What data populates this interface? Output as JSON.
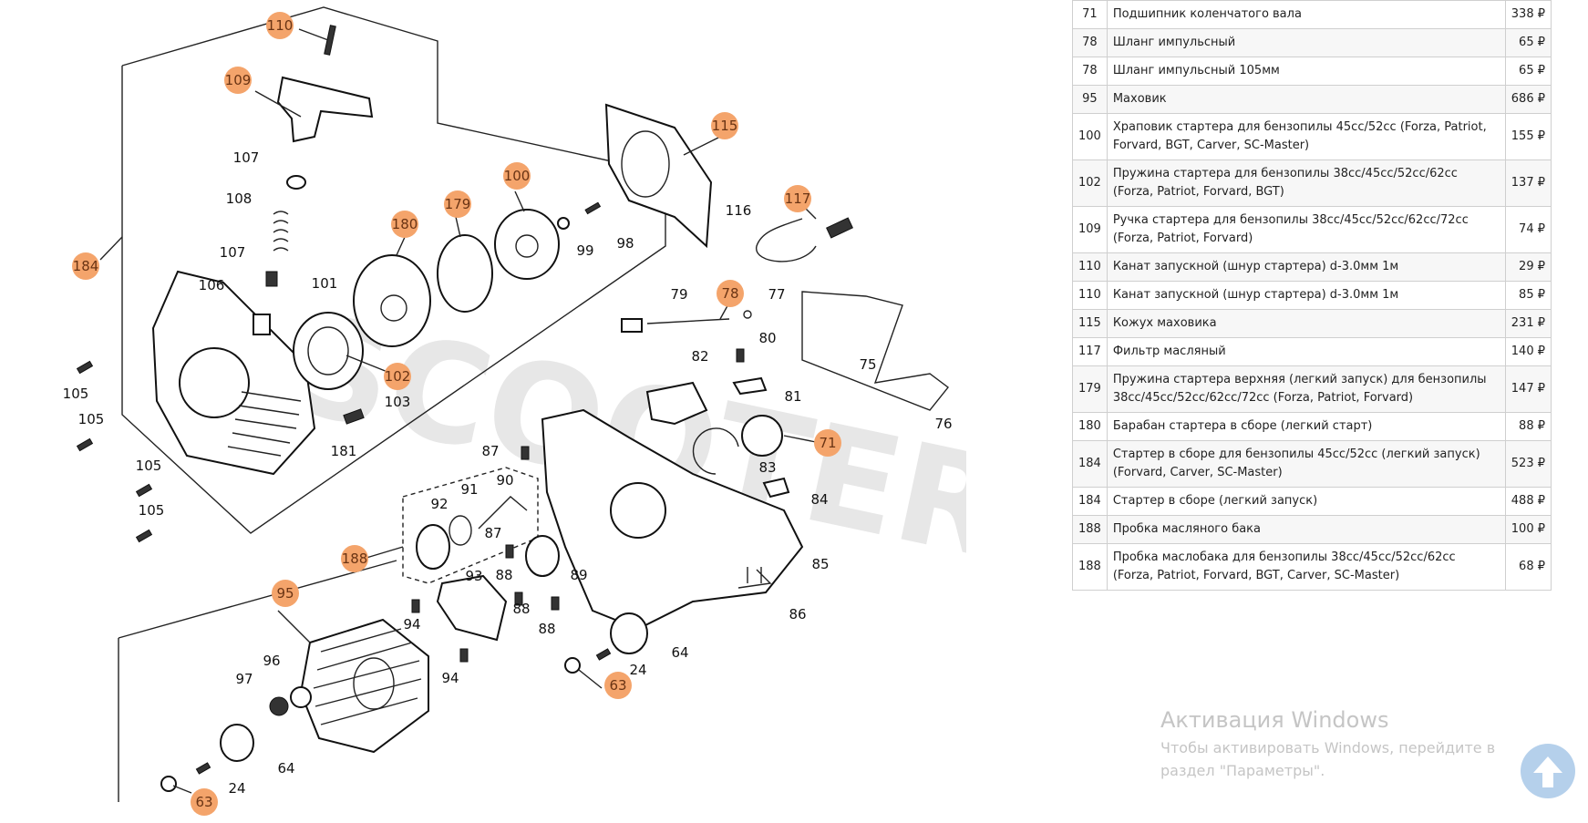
{
  "diagram": {
    "watermark": "SCOOTER",
    "callouts": [
      "110",
      "109",
      "184",
      "115",
      "117",
      "100",
      "179",
      "180",
      "78",
      "102",
      "71",
      "188",
      "95",
      "63",
      "63"
    ],
    "labels": [
      "107",
      "108",
      "107",
      "106",
      "101",
      "99",
      "98",
      "116",
      "79",
      "77",
      "80",
      "82",
      "75",
      "81",
      "105",
      "105",
      "105",
      "105",
      "103",
      "181",
      "87",
      "90",
      "91",
      "92",
      "87",
      "83",
      "84",
      "93",
      "88",
      "89",
      "88",
      "88",
      "85",
      "86",
      "94",
      "94",
      "64",
      "24",
      "96",
      "97",
      "64",
      "24",
      "76"
    ]
  },
  "parts": [
    {
      "num": "71",
      "name": "Подшипник коленчатого вала",
      "price": "338 ₽"
    },
    {
      "num": "78",
      "name": "Шланг импульсный",
      "price": "65 ₽"
    },
    {
      "num": "78",
      "name": "Шланг импульсный 105мм",
      "price": "65 ₽"
    },
    {
      "num": "95",
      "name": "Маховик",
      "price": "686 ₽"
    },
    {
      "num": "100",
      "name": "Храповик стартера для бензопилы 45cc/52cc (Forza, Patriot, Forvard, BGT, Carver, SC-Master)",
      "price": "155 ₽"
    },
    {
      "num": "102",
      "name": "Пружина стартера для бензопилы 38cc/45cc/52cc/62cc (Forza, Patriot, Forvard, BGT)",
      "price": "137 ₽"
    },
    {
      "num": "109",
      "name": "Ручка стартера для бензопилы 38cc/45cc/52cc/62cc/72cc (Forza, Patriot, Forvard)",
      "price": "74 ₽"
    },
    {
      "num": "110",
      "name": "Канат запускной (шнур стартера) d-3.0мм 1м",
      "price": "29 ₽"
    },
    {
      "num": "110",
      "name": "Канат запускной (шнур стартера) d-3.0мм 1м",
      "price": "85 ₽"
    },
    {
      "num": "115",
      "name": "Кожух маховика",
      "price": "231 ₽"
    },
    {
      "num": "117",
      "name": "Фильтр масляный",
      "price": "140 ₽"
    },
    {
      "num": "179",
      "name": "Пружина стартера верхняя (легкий запуск) для бензопилы 38cc/45cc/52cc/62cc/72cc (Forza, Patriot, Forvard)",
      "price": "147 ₽"
    },
    {
      "num": "180",
      "name": "Барабан стартера в сборе (легкий старт)",
      "price": "88 ₽"
    },
    {
      "num": "184",
      "name": "Стартер в сборе для бензопилы 45cc/52cc (легкий запуск) (Forvard, Carver, SC-Master)",
      "price": "523 ₽"
    },
    {
      "num": "184",
      "name": "Стартер в сборе (легкий запуск)",
      "price": "488 ₽"
    },
    {
      "num": "188",
      "name": "Пробка масляного бака",
      "price": "100 ₽"
    },
    {
      "num": "188",
      "name": "Пробка маслобака для бензопилы 38cc/45cc/52cc/62cc (Forza, Patriot, Forvard, BGT, Carver, SC-Master)",
      "price": "68 ₽"
    }
  ],
  "activation": {
    "title": "Активация Windows",
    "text": "Чтобы активировать Windows, перейдите в раздел \"Параметры\"."
  },
  "colors": {
    "callout": "#f4a46b",
    "activation_text": "#c5c5c5",
    "scroll_button": "#a9c8e8"
  }
}
